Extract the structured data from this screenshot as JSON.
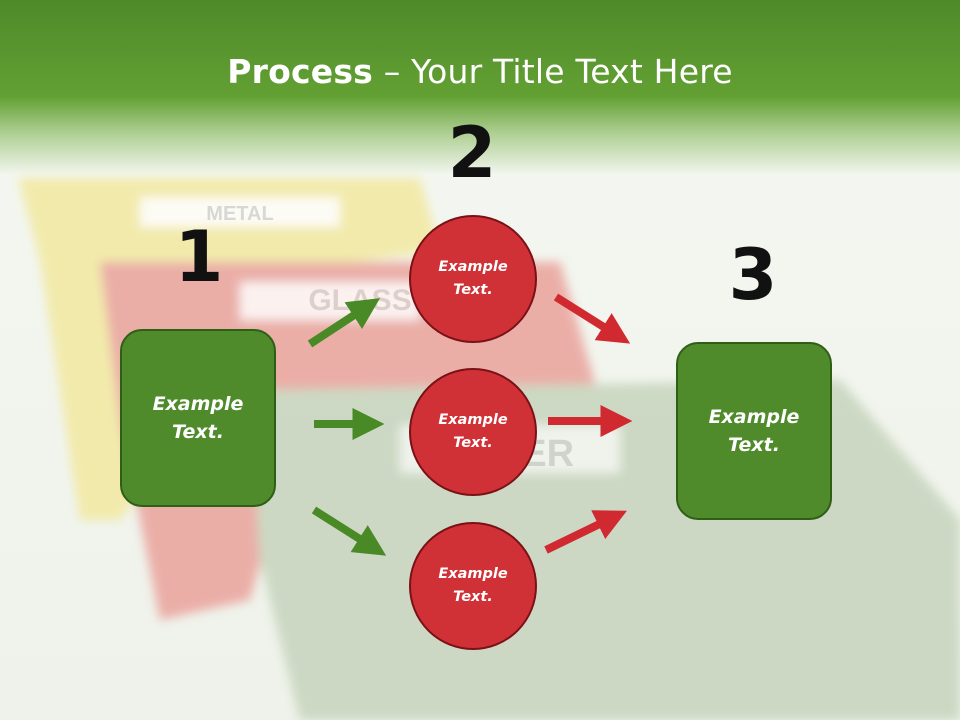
{
  "title": {
    "bold": "Process",
    "rest": " – Your Title Text Here"
  },
  "background_labels": [
    "METAL",
    "GLASS",
    "PAPER"
  ],
  "steps": [
    {
      "number": "1",
      "text": "Example Text."
    },
    {
      "number": "2",
      "items": [
        {
          "text": "Example Text."
        },
        {
          "text": "Example Text."
        },
        {
          "text": "Example Text."
        }
      ]
    },
    {
      "number": "3",
      "text": "Example Text."
    }
  ],
  "colors": {
    "header_green": "#5c9a30",
    "box_green": "#4f8a2b",
    "circle_red": "#d03136",
    "arrow_green": "#4a8a26",
    "arrow_red": "#d02a30"
  }
}
